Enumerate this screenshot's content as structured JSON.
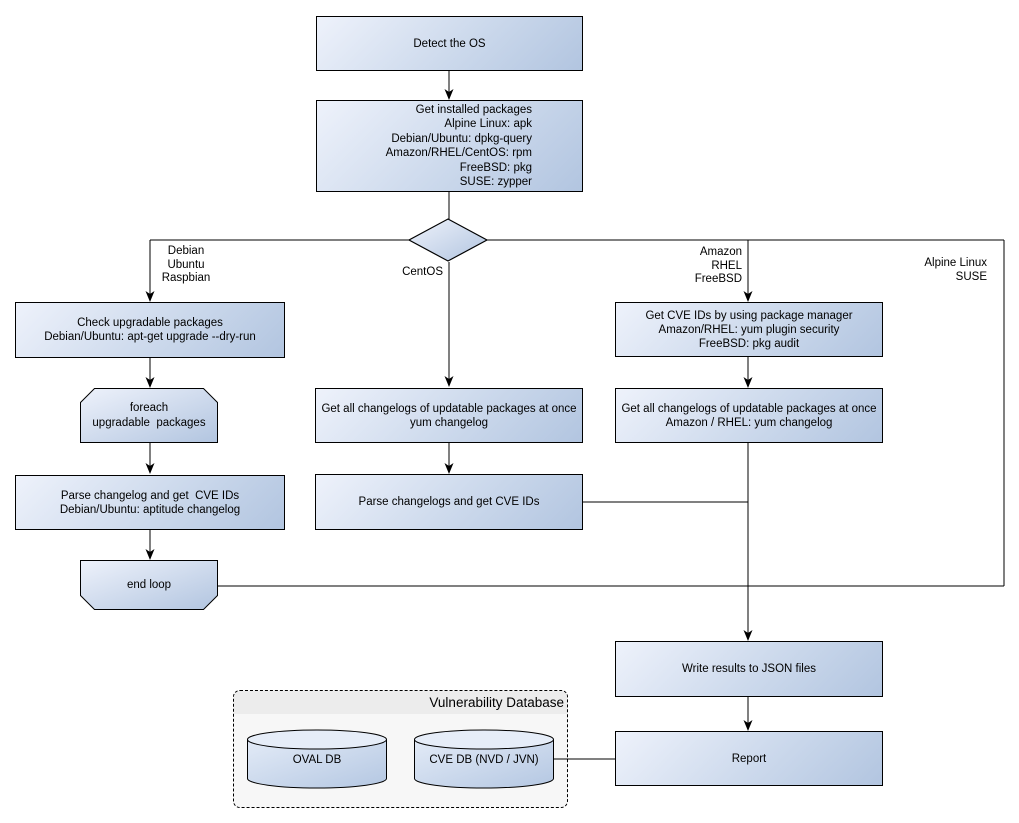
{
  "nodes": {
    "detect_os": {
      "label": "Detect the OS"
    },
    "get_installed": {
      "lines": [
        "Get installed packages",
        "Alpine Linux: apk",
        "Debian/Ubuntu: dpkg-query",
        "Amazon/RHEL/CentOS: rpm",
        "FreeBSD: pkg",
        "SUSE: zypper"
      ]
    },
    "check_upgradable": {
      "lines": [
        "Check upgradable packages",
        "Debian/Ubuntu: apt-get upgrade --dry-run"
      ]
    },
    "foreach_loop": {
      "lines": [
        "foreach",
        "upgradable  packages"
      ]
    },
    "parse_changelog_left": {
      "lines": [
        "Parse changelog and get  CVE IDs",
        "Debian/Ubuntu: aptitude changelog"
      ]
    },
    "end_loop": {
      "label": "end loop"
    },
    "get_changelogs_centos": {
      "lines": [
        "Get all changelogs of updatable packages at once",
        "yum changelog"
      ]
    },
    "parse_changelogs_center": {
      "label": "Parse changelogs and get CVE IDs"
    },
    "get_cve_ids_pkg_mgr": {
      "lines": [
        "Get CVE IDs by using package manager",
        "Amazon/RHEL: yum plugin security",
        "FreeBSD: pkg audit"
      ]
    },
    "get_changelogs_amazon": {
      "lines": [
        "Get all changelogs of updatable packages at once",
        "Amazon / RHEL: yum changelog"
      ]
    },
    "write_results": {
      "label": "Write results to JSON files"
    },
    "report": {
      "label": "Report"
    }
  },
  "branch_labels": {
    "debian": {
      "lines": [
        "Debian",
        "Ubuntu",
        "Raspbian"
      ]
    },
    "centos": {
      "label": "CentOS"
    },
    "amazon": {
      "lines": [
        "Amazon",
        "RHEL",
        "FreeBSD"
      ]
    },
    "alpine": {
      "lines": [
        "Alpine Linux",
        "SUSE"
      ]
    }
  },
  "database": {
    "title": "Vulnerability Database",
    "cylinders": [
      {
        "label": "OVAL DB"
      },
      {
        "label": "CVE DB (NVD / JVN)"
      }
    ]
  },
  "colors": {
    "node_fill_light": "#eef2fb",
    "node_fill_dark": "#b2c5e0",
    "connector": "#000000",
    "db_body": "#f7f7f7",
    "db_header": "#ececec"
  }
}
